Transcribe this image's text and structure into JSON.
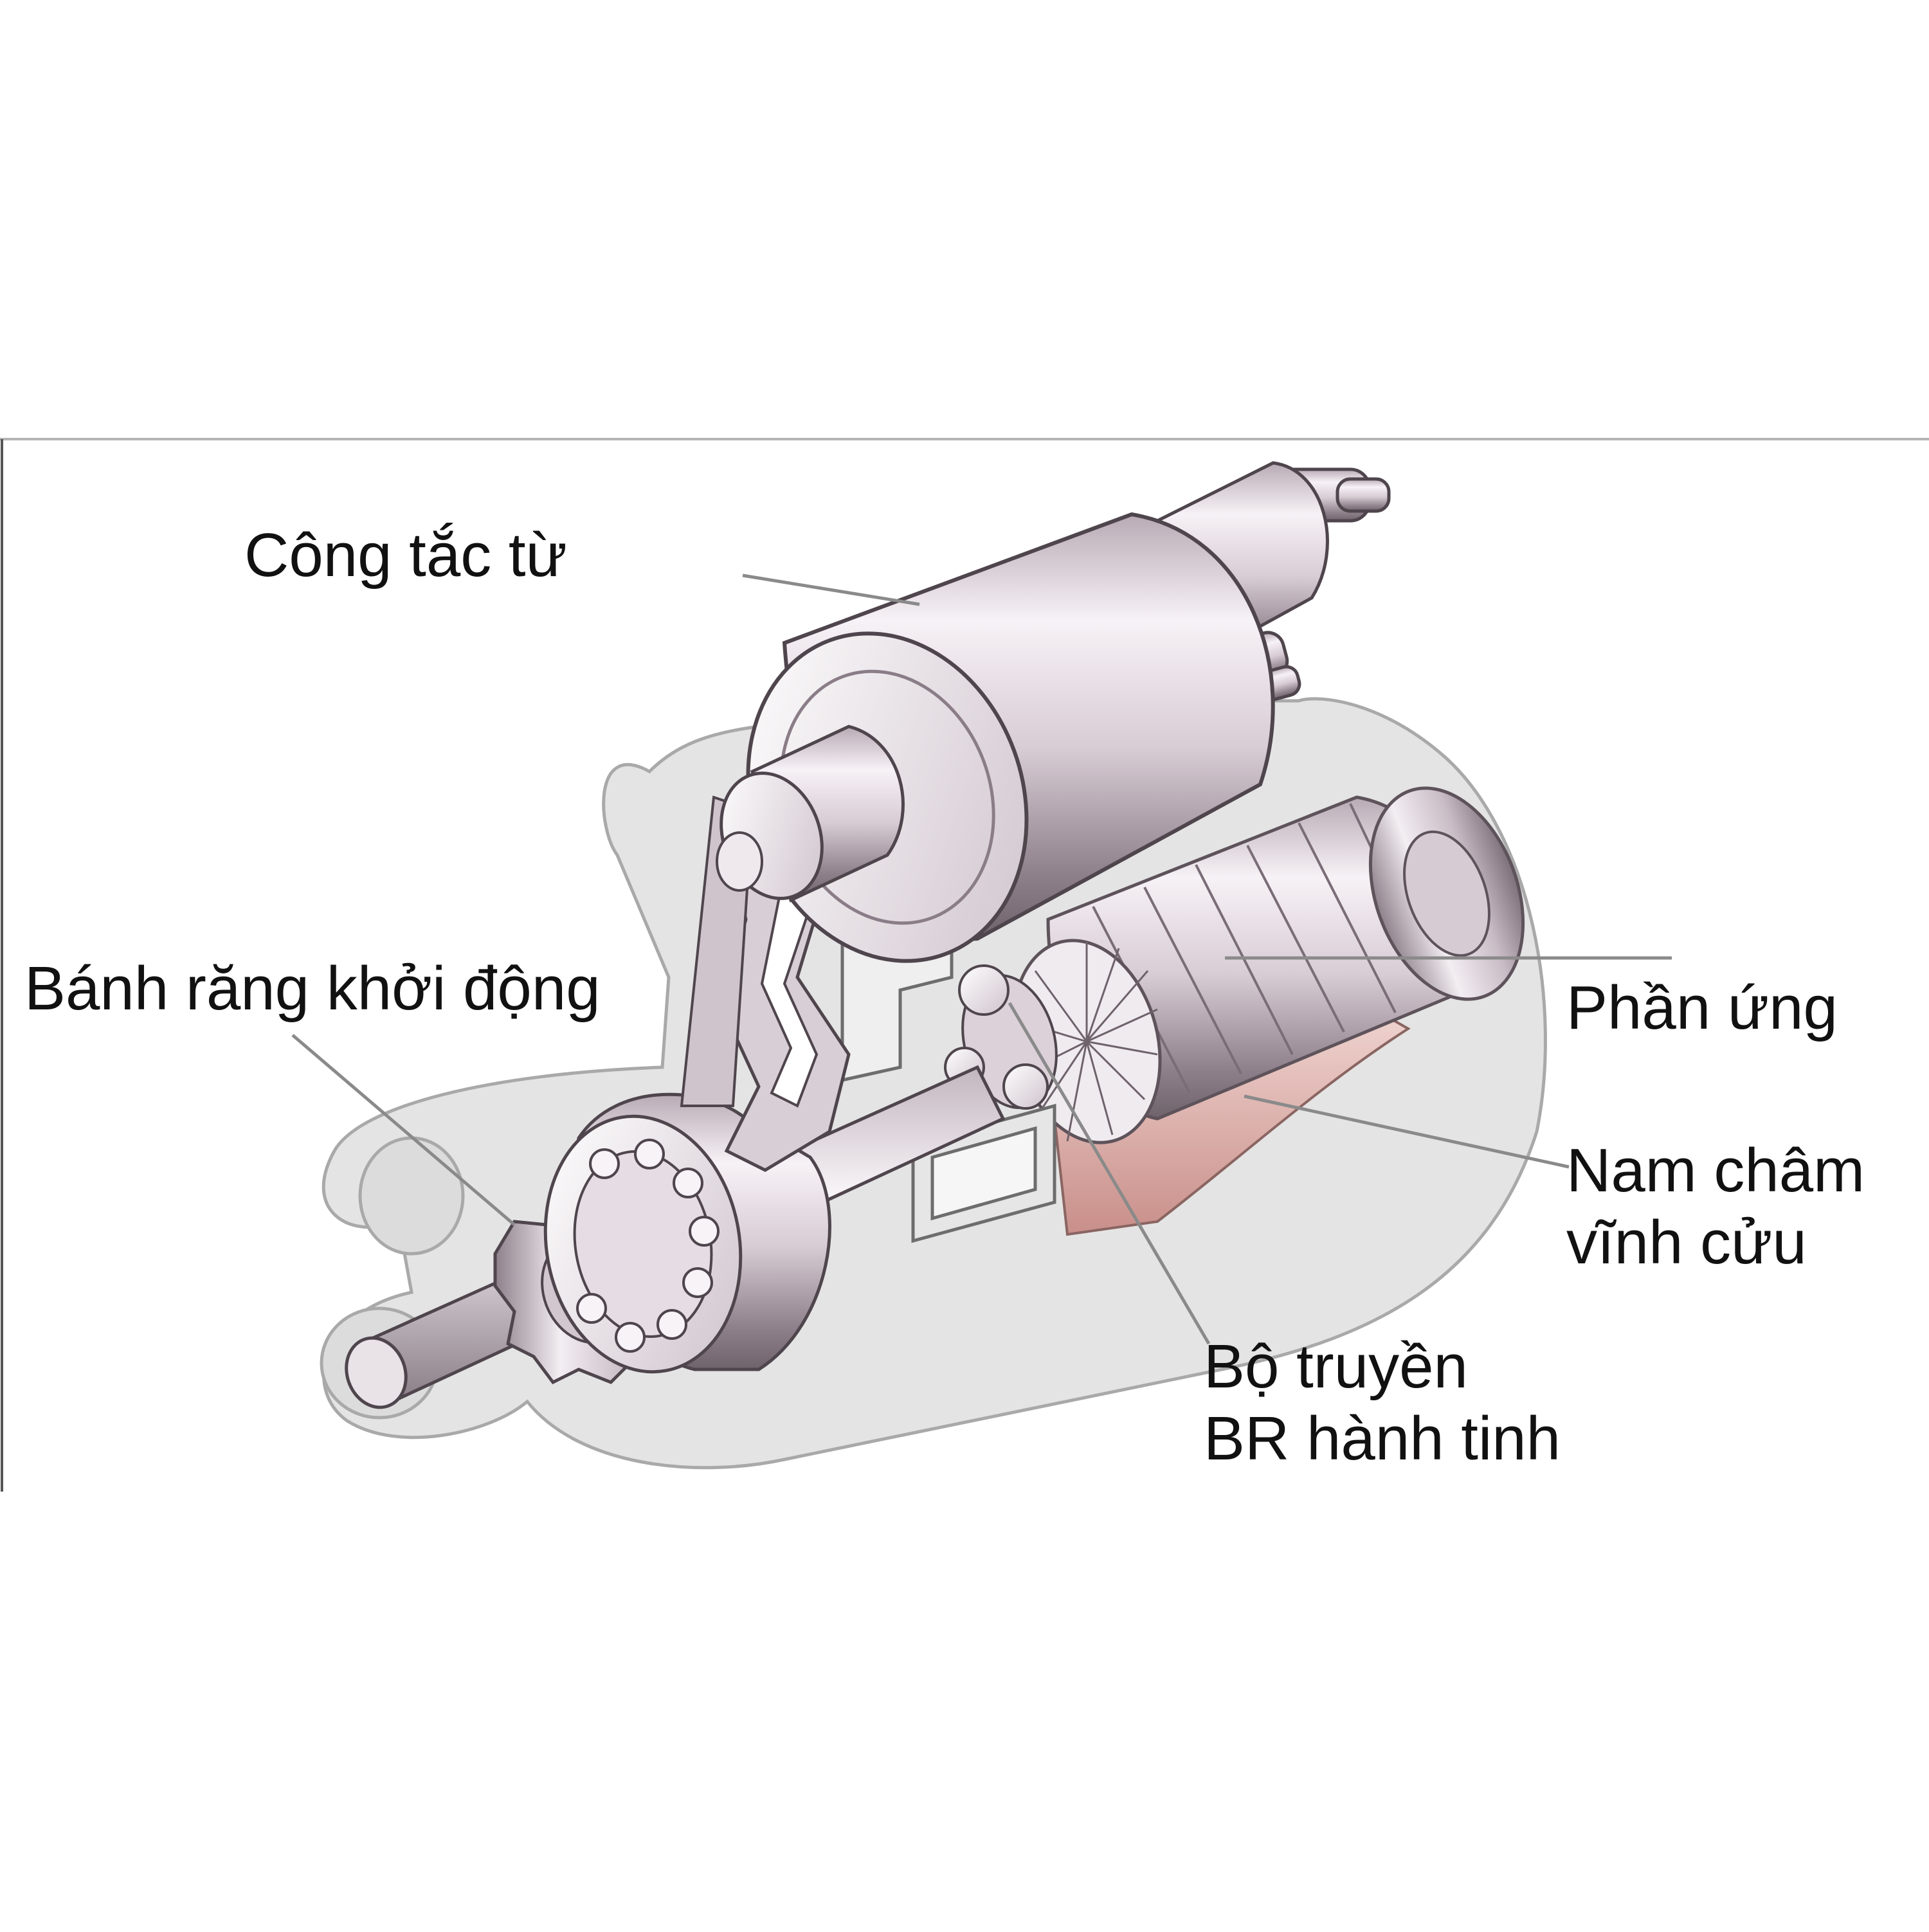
{
  "labels": {
    "solenoid": "Công tắc từ",
    "pinion": "Bánh răng khởi động",
    "armature": "Phần ứng",
    "magnet_line1": "Nam châm",
    "magnet_line2": "vĩnh cửu",
    "gear_line1": "Bộ truyền",
    "gear_line2": "BR hành tinh"
  },
  "colors": {
    "metal_light": "#f3eef2",
    "metal_mid": "#c9bcc6",
    "metal_dark": "#6e626b",
    "housing": "#e2e2e2",
    "magnet": "#e7c4c0",
    "leader_line": "#8a8a8a",
    "frame_line": "#b5b5b5"
  }
}
